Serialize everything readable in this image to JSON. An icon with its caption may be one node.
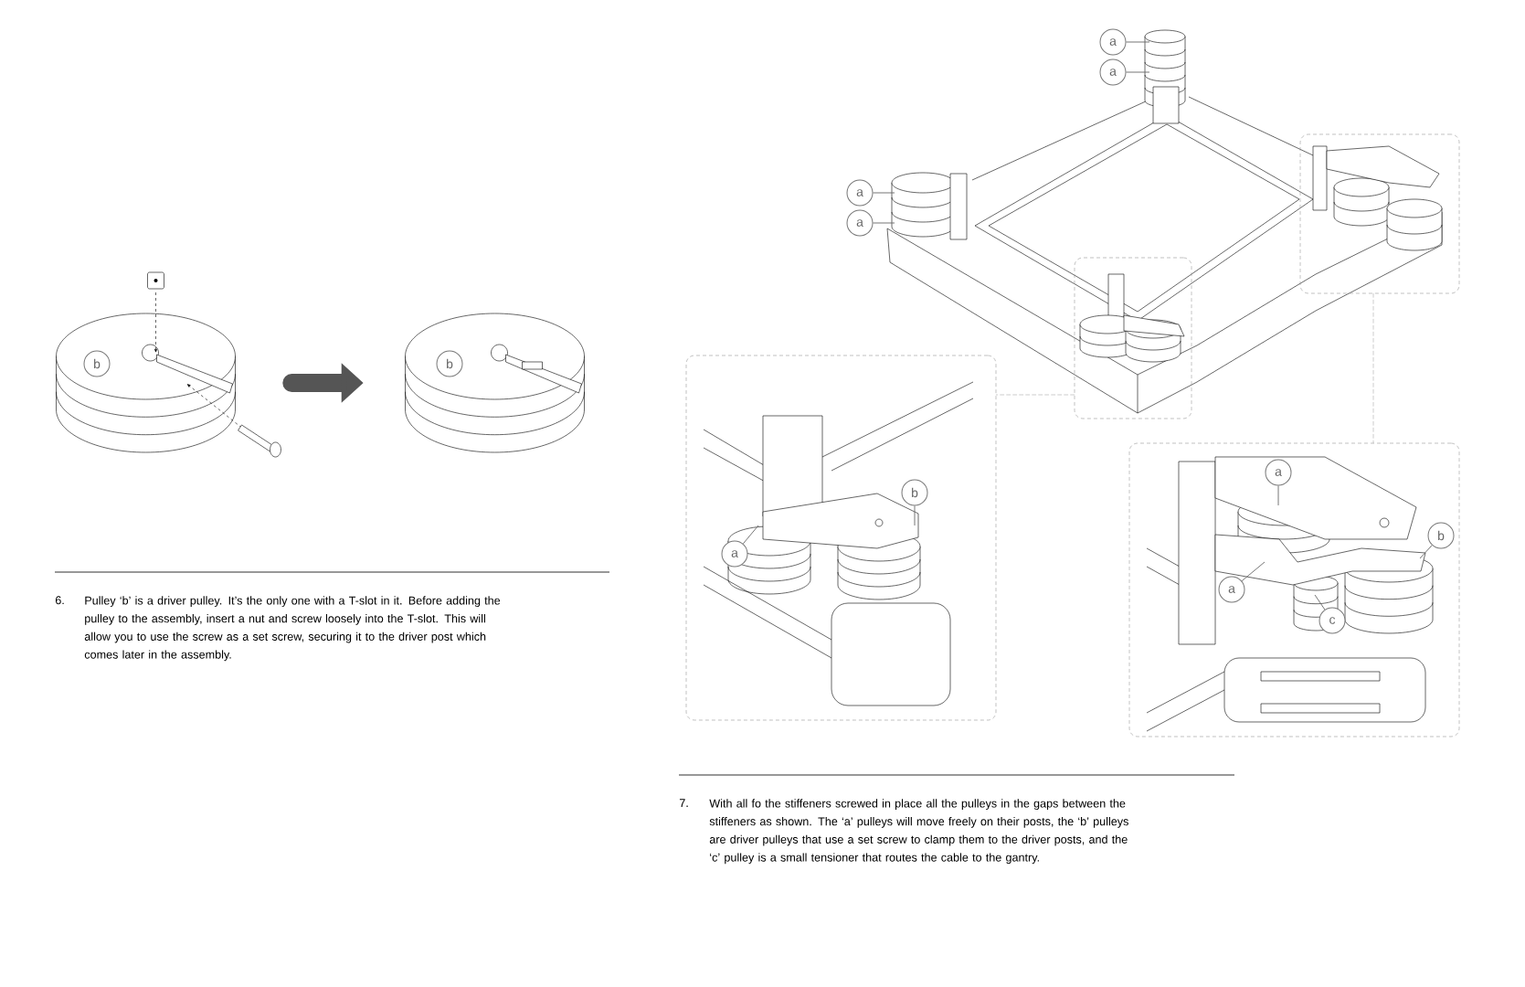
{
  "diagram": {
    "nodes": [
      {
        "text": [],
        "shape": "picture"
      },
      {
        "text": [],
        "shape": "picture"
      },
      {
        "text": [],
        "shape": "box"
      },
      {
        "text": [],
        "shape": "box"
      },
      {
        "text": [],
        "shape": "box"
      },
      {
        "text": [],
        "shape": "box"
      },
      {
        "text": [
          "b"
        ],
        "in": 0
      },
      {
        "text": [
          "b"
        ],
        "in": 1
      },
      {
        "text": [
          "a"
        ]
      },
      {
        "text": [
          "a"
        ]
      },
      {
        "text": [
          "a"
        ]
      },
      {
        "text": [
          "a"
        ]
      },
      {
        "text": [
          "b"
        ],
        "in": 4
      },
      {
        "text": [
          "a"
        ],
        "in": 4
      },
      {
        "text": [
          "a"
        ],
        "in": 5
      },
      {
        "text": [
          "b"
        ],
        "in": 5
      },
      {
        "text": [
          "a"
        ],
        "in": 5
      },
      {
        "text": [
          "c"
        ],
        "in": 5
      }
    ],
    "edges": [
      {
        "from": 0,
        "to": 1,
        "arrow": "to",
        "style": "thick"
      },
      {
        "from": 2,
        "to": 4,
        "arrow": "none",
        "style": "dashed",
        "color": "#aaaaaa"
      },
      {
        "from": 3,
        "to": 5,
        "arrow": "none",
        "style": "dashed",
        "color": "#aaaaaa"
      },
      {
        "from": 8,
        "to": null,
        "arrow": "none"
      },
      {
        "from": 9,
        "to": null,
        "arrow": "none"
      },
      {
        "from": 10,
        "to": null,
        "arrow": "none"
      },
      {
        "from": 11,
        "to": null,
        "arrow": "none"
      },
      {
        "from": 12,
        "to": null,
        "arrow": "none"
      },
      {
        "from": 13,
        "to": null,
        "arrow": "none"
      },
      {
        "from": 14,
        "to": null,
        "arrow": "none"
      },
      {
        "from": 15,
        "to": null,
        "arrow": "none"
      },
      {
        "from": 16,
        "to": null,
        "arrow": "none"
      },
      {
        "from": 17,
        "to": null,
        "arrow": "none"
      }
    ],
    "labels": [
      "6.",
      "Pulley ‘b’ is a driver pulley. It’s the only one with a T-slot in it. Before adding the pulley to the assembly, insert a nut and screw loosely into the T-slot. This will allow you to use the screw as a set screw, securing it to the driver post which comes later in the assembly.",
      "7.",
      "With all fo the stiffeners screwed in place all the pulleys in the gaps between the stiffeners as shown. The ‘a’ pulleys will move freely on their posts, the ‘b’ pulleys are driver pulleys that use a set screw to clamp them to the driver posts, and the ‘c’ pulley is a small tensioner that routes the cable to the gantry."
    ]
  }
}
